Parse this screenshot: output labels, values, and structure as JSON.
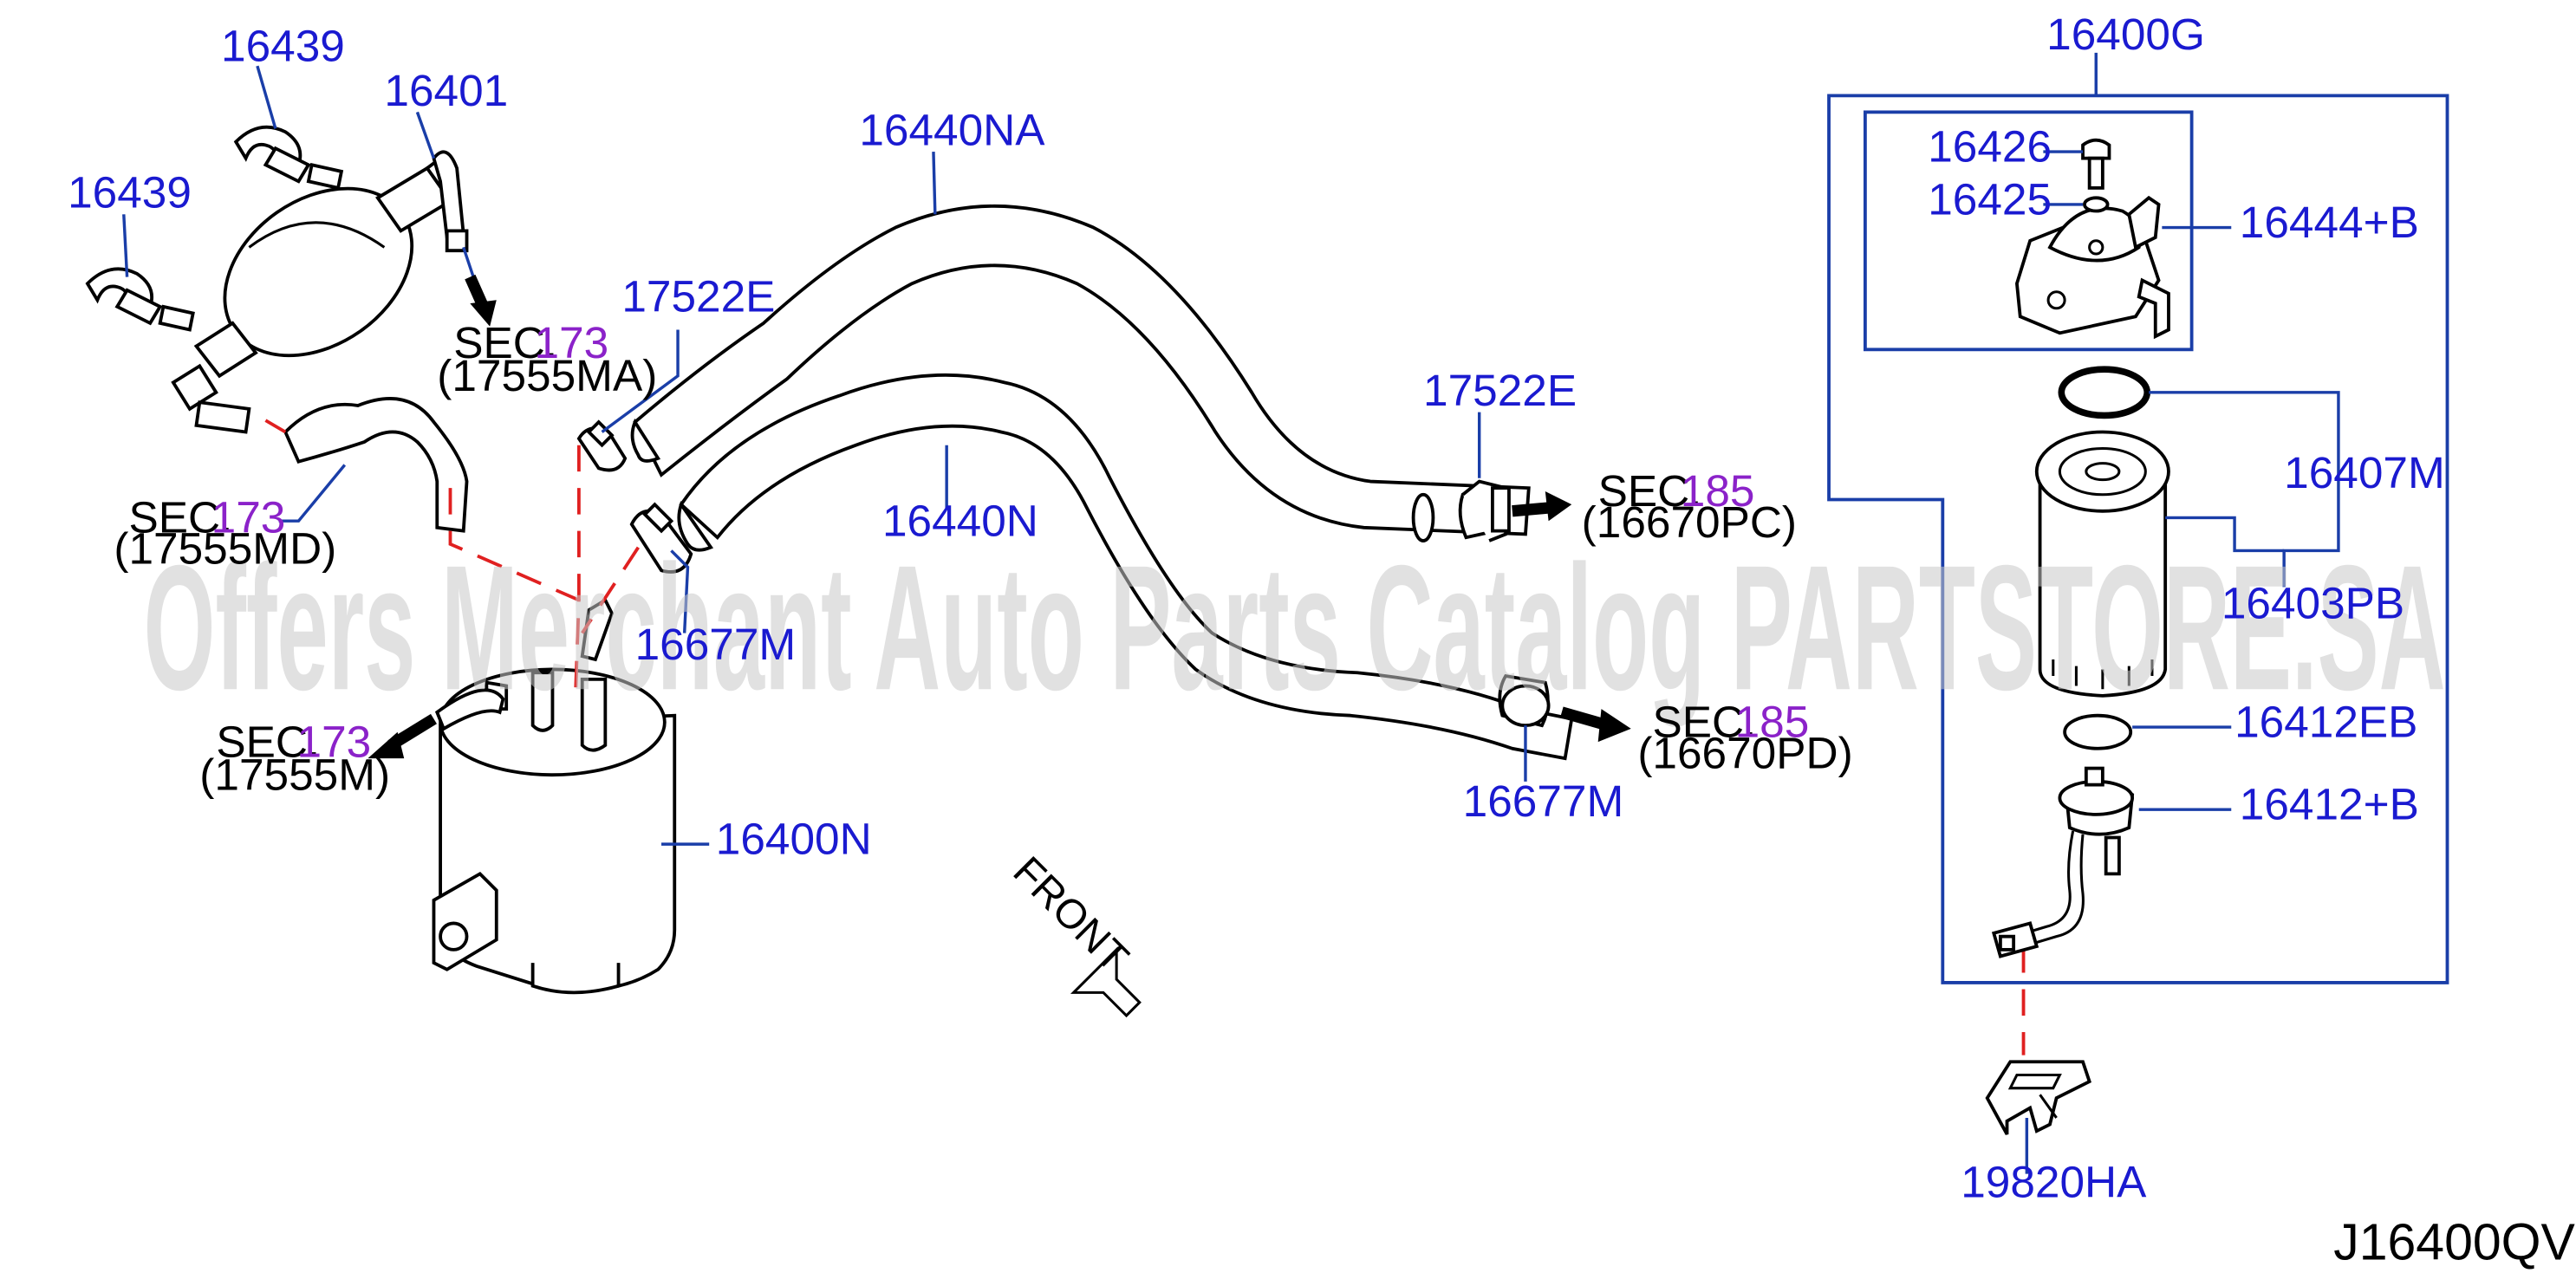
{
  "diagram": {
    "drawing_code": "J16400QV",
    "watermark": "Offers Merchant Auto Parts Catalog PARTSTORE.SA",
    "front_label": "FRONT",
    "part_numbers": {
      "p16439_a": "16439",
      "p16439_b": "16439",
      "p16401": "16401",
      "p16440NA": "16440NA",
      "p17522E_a": "17522E",
      "p17522E_b": "17522E",
      "p16440N": "16440N",
      "p16677M_a": "16677M",
      "p16677M_b": "16677M",
      "p16400N": "16400N",
      "p16400G": "16400G",
      "p16426": "16426",
      "p16425": "16425",
      "p16444B": "16444+B",
      "p16407M": "16407M",
      "p16403PB": "16403PB",
      "p16412EB": "16412EB",
      "p16412B": "16412+B",
      "p19820HA": "19820HA"
    },
    "section_refs": {
      "sec_ma": {
        "prefix": "SEC.",
        "number": "173",
        "code": "(17555MA)"
      },
      "sec_md": {
        "prefix": "SEC.",
        "number": "173",
        "code": "(17555MD)"
      },
      "sec_m": {
        "prefix": "SEC.",
        "number": "173",
        "code": "(17555M)"
      },
      "sec_pc": {
        "prefix": "SEC.",
        "number": "185",
        "code": "(16670PC)"
      },
      "sec_pd": {
        "prefix": "SEC.",
        "number": "185",
        "code": "(16670PD)"
      }
    },
    "colors": {
      "part_number": "#1a1ad0",
      "section_number": "#8b22c9",
      "leader_line": "#1a3ea8",
      "dashed_link": "#e02020",
      "watermark": "#c8c8c8"
    }
  }
}
